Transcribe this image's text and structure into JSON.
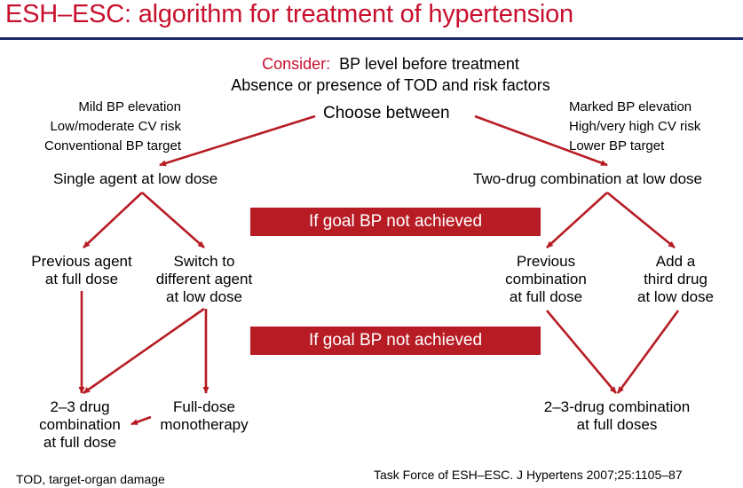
{
  "title": "ESH–ESC: algorithm for  treatment of hypertension",
  "consider": {
    "label": "Consider:",
    "line1": "BP level before treatment",
    "line2": "Absence or presence of TOD and risk factors"
  },
  "choose": "Choose between",
  "left_criteria": [
    "Mild BP elevation",
    "Low/moderate CV risk",
    "Conventional BP target"
  ],
  "right_criteria": [
    "Marked BP elevation",
    "High/very high CV risk",
    "Lower BP target"
  ],
  "single_agent": "Single agent at low dose",
  "two_drug": "Two-drug combination at low dose",
  "banner1": "If goal BP not achieved",
  "banner2": "If goal BP not achieved",
  "prev_agent": [
    "Previous agent",
    "at full dose"
  ],
  "switch_agent": [
    "Switch to",
    "different agent",
    "at low dose"
  ],
  "prev_combo": [
    "Previous",
    "combination",
    "at full dose"
  ],
  "add_third": [
    "Add a",
    "third drug",
    "at low dose"
  ],
  "combo_23": [
    "2–3 drug",
    "combination",
    "at full dose"
  ],
  "full_mono": [
    "Full-dose",
    "monotherapy"
  ],
  "combo_23_right": [
    "2–3-drug combination",
    "at full doses"
  ],
  "footnote": "TOD, target-organ damage",
  "citation": "Task Force of ESH–ESC. J Hypertens 2007;25:1105–87",
  "colors": {
    "accent": "#c8102e",
    "banner": "#b71c24",
    "rule": "#1f2a6b"
  }
}
